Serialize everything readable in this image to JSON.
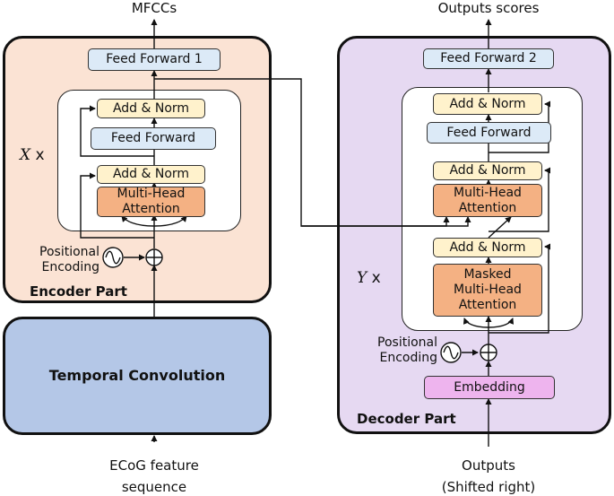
{
  "colors": {
    "encoder_bg": "#fbe3d4",
    "decoder_bg": "#e6d9f2",
    "conv_bg": "#b4c7e7",
    "feed_forward_bg": "#dceaf7",
    "add_norm_bg": "#fff2cc",
    "attention_bg": "#f4b183",
    "embedding_bg": "#eeb4ee"
  },
  "encoder": {
    "section_label": "Encoder Part",
    "output_label": "MFCCs",
    "feed_forward_1": "Feed Forward 1",
    "repeat_var": "X",
    "repeat_times": "x",
    "add_norm_top": "Add & Norm",
    "feed_forward": "Feed Forward",
    "add_norm_bottom": "Add & Norm",
    "attention_line1": "Multi-Head",
    "attention_line2": "Attention",
    "pos_enc_line1": "Positional",
    "pos_enc_line2": "Encoding",
    "conv_label": "Temporal Convolution",
    "input_line1": "ECoG feature",
    "input_line2": "sequence"
  },
  "decoder": {
    "section_label": "Decoder Part",
    "output_label": "Outputs scores",
    "feed_forward_2": "Feed Forward 2",
    "repeat_var": "Y",
    "repeat_times": "x",
    "add_norm_1": "Add & Norm",
    "feed_forward": "Feed Forward",
    "add_norm_2": "Add & Norm",
    "cross_attention_line1": "Multi-Head",
    "cross_attention_line2": "Attention",
    "add_norm_3": "Add & Norm",
    "masked_line1": "Masked",
    "masked_line2": "Multi-Head",
    "masked_line3": "Attention",
    "pos_enc_line1": "Positional",
    "pos_enc_line2": "Encoding",
    "embedding": "Embedding",
    "input_line1": "Outputs",
    "input_line2": "(Shifted right)"
  }
}
